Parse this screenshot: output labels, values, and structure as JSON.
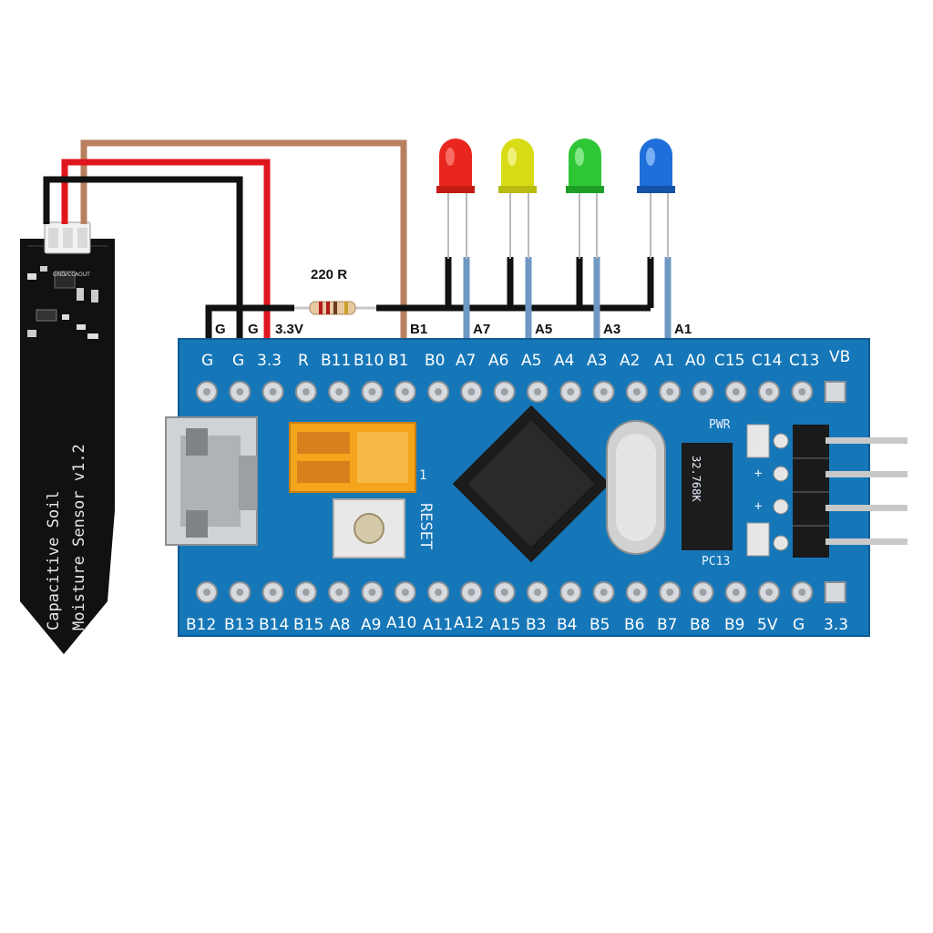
{
  "diagram": {
    "resistor_label": "220 R",
    "connection_labels": [
      "G",
      "G",
      "3.3V",
      "B1",
      "A7",
      "A5",
      "A3",
      "A1"
    ],
    "board_top_pins": [
      "G",
      "G",
      "3.3",
      "R",
      "B11",
      "B10",
      "B1",
      "B0",
      "A7",
      "A6",
      "A5",
      "A4",
      "A3",
      "A2",
      "A1",
      "A0",
      "C15",
      "C14",
      "C13",
      "VB"
    ],
    "board_bottom_pins": [
      "B12",
      "B13",
      "B14",
      "B15",
      "A8",
      "A9",
      "A10",
      "A11",
      "A12",
      "A15",
      "B3",
      "B4",
      "B5",
      "B6",
      "B7",
      "B8",
      "B9",
      "5V",
      "G",
      "3.3"
    ],
    "board_silkscreen": {
      "reset": "RESET",
      "pwr": "PWR",
      "pc13": "PC13",
      "crystal": "32.768K",
      "header_plus": "+",
      "jumper_mark": "1"
    },
    "sensor": {
      "line1": "Capacitive  Soil",
      "line2": "Moisture Sensor v1.2",
      "pin_gnd": "GND",
      "pin_vcc": "VCC",
      "pin_aout": "AOUT"
    },
    "led_colors": [
      "#e8261e",
      "#d8dc16",
      "#2fc636",
      "#1e6fd9"
    ],
    "wire_colors": {
      "gnd": "#111111",
      "vcc": "#e0161e",
      "signal": "#b9805f",
      "led_anode": "#6f98c4"
    },
    "board_color": "#1677b8"
  }
}
